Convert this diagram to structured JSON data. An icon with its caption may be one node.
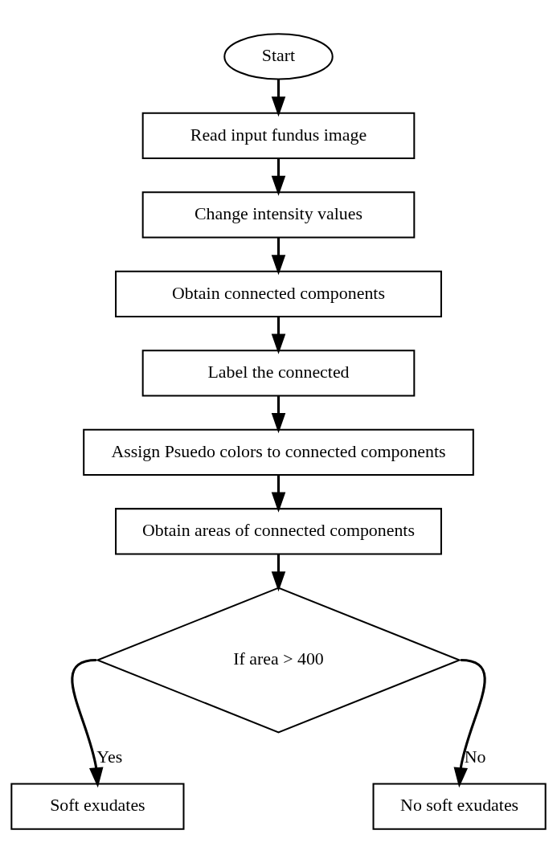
{
  "diagram": {
    "nodes": [
      {
        "text": [
          "Start"
        ]
      },
      {
        "text": [
          "Read input fundus image"
        ]
      },
      {
        "text": [
          "Change intensity values"
        ]
      },
      {
        "text": [
          "Obtain connected components"
        ]
      },
      {
        "text": [
          "Label the connected"
        ]
      },
      {
        "text": [
          "Assign Psuedo colors to connected components"
        ]
      },
      {
        "text": [
          "Obtain areas of connected components"
        ]
      },
      {
        "text": [
          "If area > 400"
        ]
      },
      {
        "text": [
          "Soft exudates"
        ]
      },
      {
        "text": [
          "No soft exudates"
        ]
      }
    ],
    "edges": [
      {
        "from": 0,
        "to": 1,
        "arrow": "to"
      },
      {
        "from": 1,
        "to": 2,
        "arrow": "to"
      },
      {
        "from": 2,
        "to": 3,
        "arrow": "to"
      },
      {
        "from": 3,
        "to": 4,
        "arrow": "to"
      },
      {
        "from": 4,
        "to": 5,
        "arrow": "to"
      },
      {
        "from": 5,
        "to": 6,
        "arrow": "to"
      },
      {
        "from": 6,
        "to": 7,
        "arrow": "to"
      },
      {
        "from": 7,
        "to": 8,
        "arrow": "to",
        "label": "Yes"
      },
      {
        "from": 7,
        "to": 9,
        "arrow": "to",
        "label": "No"
      }
    ]
  }
}
